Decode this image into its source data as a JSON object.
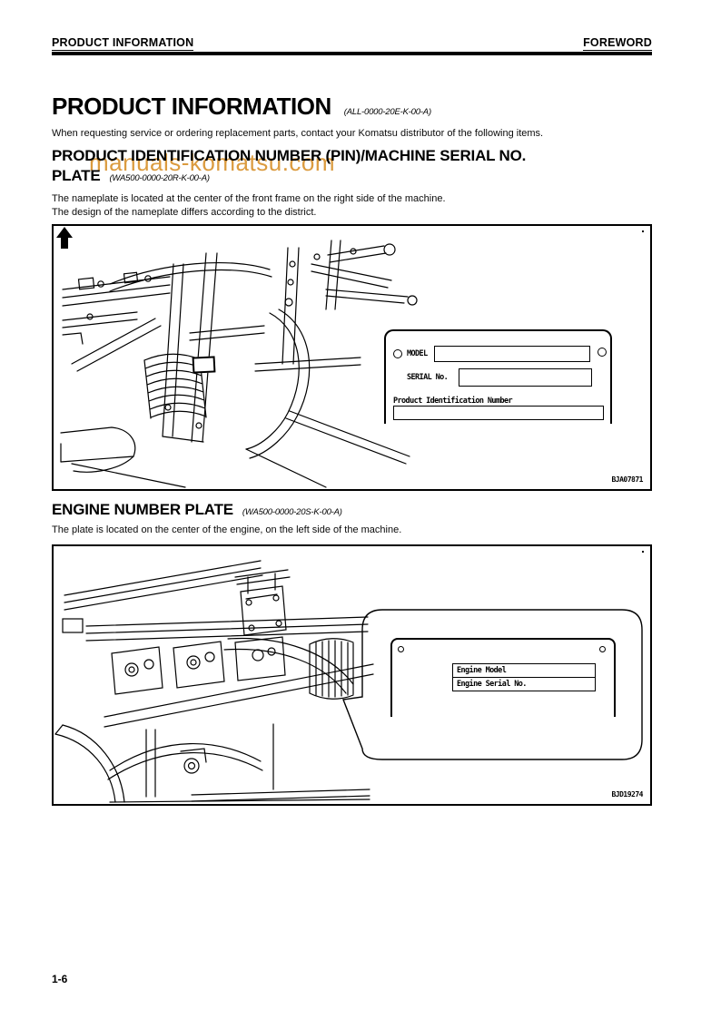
{
  "header": {
    "left": "PRODUCT INFORMATION",
    "right": "FOREWORD"
  },
  "title": {
    "text": "PRODUCT INFORMATION",
    "code": "(ALL-0000-20E-K-00-A)"
  },
  "intro": "When requesting service or ordering replacement parts, contact your Komatsu distributor of the following items.",
  "watermark": {
    "text": "manuals-komatsu.com",
    "color": "#d8932f"
  },
  "section1": {
    "heading_line1": "PRODUCT IDENTIFICATION NUMBER (PIN)/MACHINE SERIAL NO.",
    "heading_line2": "PLATE",
    "code": "(WA500-0000-20R-K-00-A)",
    "body1": "The nameplate is located at the center of the front frame on the right side of the machine.",
    "body2": "The design of the nameplate differs according to the district.",
    "figure_code": "BJA07871",
    "plate": {
      "model_label": "MODEL",
      "serial_label": "SERIAL No.",
      "pin_label": "Product Identification Number"
    }
  },
  "section2": {
    "heading": "ENGINE NUMBER PLATE",
    "code": "(WA500-0000-20S-K-00-A)",
    "body1": "The plate is located on the center of the engine, on the left side of the machine.",
    "figure_code": "BJD19274",
    "plate": {
      "row1": "Engine Model",
      "row2": "Engine Serial No."
    }
  },
  "page_number": "1-6"
}
